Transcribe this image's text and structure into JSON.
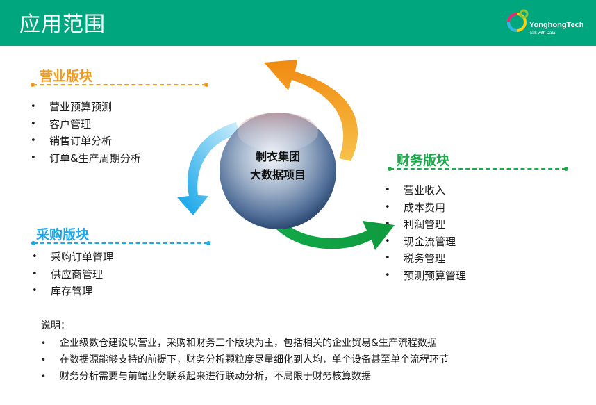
{
  "header": {
    "title": "应用范围",
    "logo_name": "YonghongTech",
    "logo_tagline": "Talk with Data"
  },
  "center": {
    "line1": "制衣集团",
    "line2": "大数据项目"
  },
  "sales": {
    "title": "营业版块",
    "items": [
      "营业预算预测",
      "客户管理",
      "销售订单分析",
      "订单&生产周期分析"
    ]
  },
  "purchase": {
    "title": "采购版块",
    "items": [
      "采购订单管理",
      "供应商管理",
      "库存管理"
    ]
  },
  "finance": {
    "title": "财务版块",
    "items": [
      "营业收入",
      "成本费用",
      "利润管理",
      "现金流管理",
      "税务管理",
      "预测预算管理"
    ]
  },
  "notes": {
    "label": "说明：",
    "items": [
      "企业级数仓建设以营业，采购和财务三个版块为主，包括相关的企业贸易&生产流程数据",
      "在数据源能够支持的前提下，财务分析颗粒度尽量细化到人均，单个设备甚至单个流程环节",
      "财务分析需要与前端业务联系起来进行联动分析，不局限于财务核算数据"
    ]
  },
  "colors": {
    "header": "#00a67e",
    "sales": "#f39a1e",
    "purchase": "#1aa8e8",
    "finance": "#1aaa4a"
  }
}
